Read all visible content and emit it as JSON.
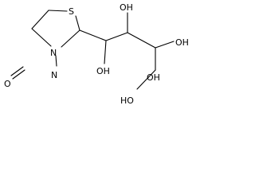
{
  "atoms": {
    "sulfur": "S",
    "ring_nitrogen": "N",
    "nitroso_nitrogen": "N",
    "nitroso_oxygen": "O",
    "hydroxyl_1": "OH",
    "hydroxyl_2": "OH",
    "hydroxyl_3": "OH",
    "hydroxyl_4": "OH",
    "hydroxyl_5": "HO"
  },
  "colors": {
    "background": "#ffffff",
    "stroke": "#000000"
  }
}
